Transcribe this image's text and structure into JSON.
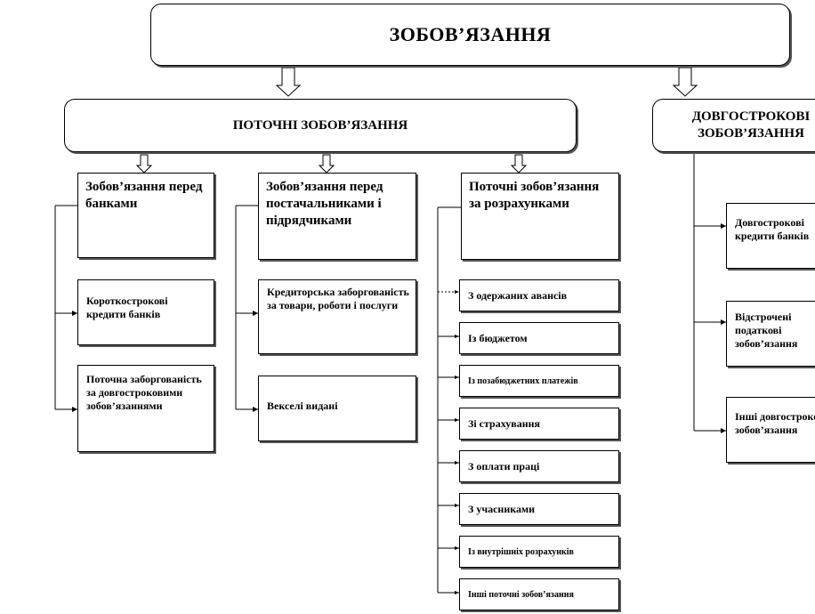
{
  "diagram": {
    "root": {
      "label": "ЗОБОВ’ЯЗАННЯ"
    },
    "current": {
      "label": "ПОТОЧНІ ЗОБОВ’ЯЗАННЯ",
      "groups": [
        {
          "label": "Зобов’язання перед банками",
          "items": [
            "Короткострокові кредити банків",
            "Поточна заборгованість за довгостроковими зобов’язаннями"
          ]
        },
        {
          "label": "Зобов’язання перед постачальниками і підрядчиками",
          "items": [
            "Кредиторська заборгованість за товари, роботи і послуги",
            "Векселі видані"
          ]
        },
        {
          "label": "Поточні зобов’язання за розрахунками",
          "items": [
            "З одержаних авансів",
            "Із бюджетом",
            "Із позабюджетних платежів",
            "Зі страхування",
            "З оплати праці",
            "З учасниками",
            "Із внутрішніх розрахунків",
            "Інші поточні зобов’язання"
          ]
        }
      ]
    },
    "longterm": {
      "label": "ДОВГОСТРОКОВІ ЗОБОВ’ЯЗАННЯ",
      "items": [
        "Довгострокові кредити банків",
        "Відстрочені податкові зобов’язання",
        "Інші довгострокові зобов’язання"
      ]
    }
  }
}
